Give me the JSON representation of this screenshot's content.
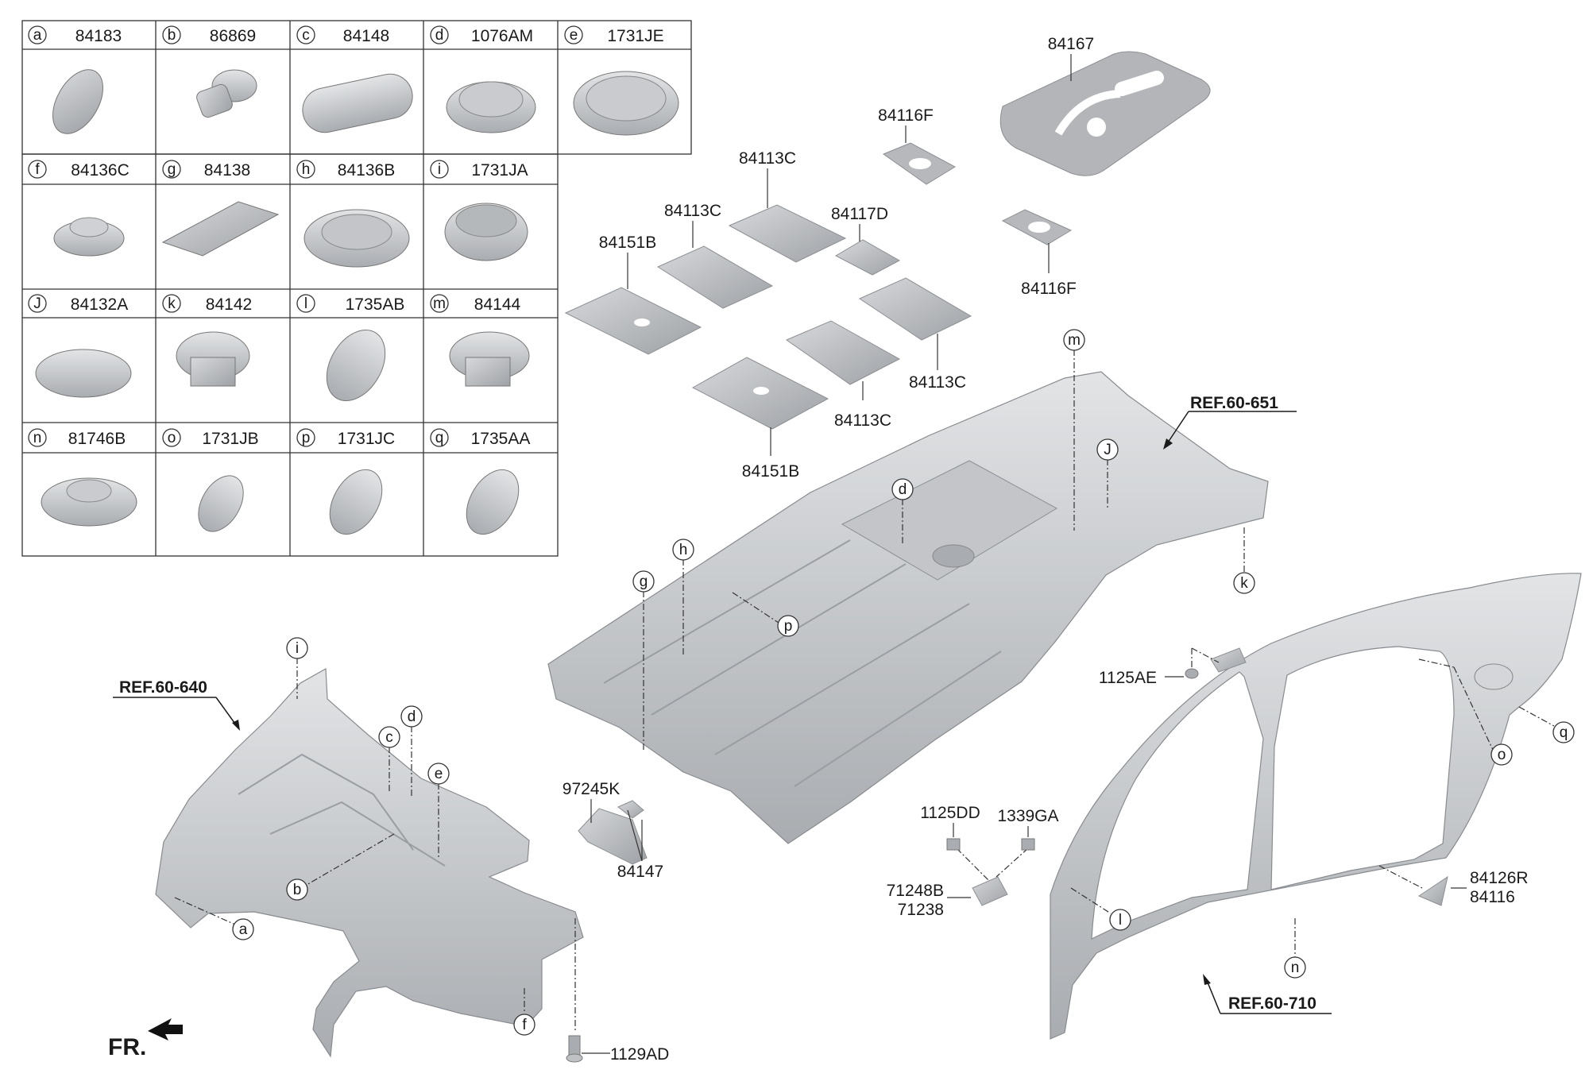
{
  "legend": {
    "rows": [
      [
        {
          "letter": "a",
          "part": "84183"
        },
        {
          "letter": "b",
          "part": "86869"
        },
        {
          "letter": "c",
          "part": "84148"
        },
        {
          "letter": "d",
          "part": "1076AM"
        },
        {
          "letter": "e",
          "part": "1731JE"
        }
      ],
      [
        {
          "letter": "f",
          "part": "84136C"
        },
        {
          "letter": "g",
          "part": "84138"
        },
        {
          "letter": "h",
          "part": "84136B"
        },
        {
          "letter": "i",
          "part": "1731JA"
        }
      ],
      [
        {
          "letter": "J",
          "part": "84132A"
        },
        {
          "letter": "k",
          "part": "84142"
        },
        {
          "letter": "l",
          "part": "1735AB"
        },
        {
          "letter": "m",
          "part": "84144"
        }
      ],
      [
        {
          "letter": "n",
          "part": "81746B"
        },
        {
          "letter": "o",
          "part": "1731JB"
        },
        {
          "letter": "p",
          "part": "1731JC"
        },
        {
          "letter": "q",
          "part": "1735AA"
        }
      ]
    ]
  },
  "part_labels": {
    "p84167": "84167",
    "p84116F_top": "84116F",
    "p84116F_bottom": "84116F",
    "p84113C_top": "84113C",
    "p84113C_left": "84113C",
    "p84113C_right": "84113C",
    "p84113C_mid": "84113C",
    "p84117D": "84117D",
    "p84151B_top": "84151B",
    "p84151B_bottom": "84151B",
    "p1125AE": "1125AE",
    "p97245K": "97245K",
    "p84147": "84147",
    "p1125DD": "1125DD",
    "p1339GA": "1339GA",
    "p71248B": "71248B",
    "p71238": "71238",
    "p84126R": "84126R",
    "p84116": "84116",
    "p1129AD": "1129AD"
  },
  "refs": {
    "r651": "REF.60-651",
    "r640": "REF.60-640",
    "r710": "REF.60-710"
  },
  "callouts": {
    "m": "m",
    "J": "J",
    "d": "d",
    "h": "h",
    "g": "g",
    "p": "p",
    "k": "k",
    "i": "i",
    "c": "c",
    "dd": "d",
    "e": "e",
    "b": "b",
    "a": "a",
    "f": "f",
    "o": "o",
    "q": "q",
    "l": "l",
    "n": "n"
  },
  "direction": "FR.",
  "colors": {
    "part_fill": "#bfc1c4",
    "part_dark": "#8f9296",
    "line": "#333333"
  }
}
